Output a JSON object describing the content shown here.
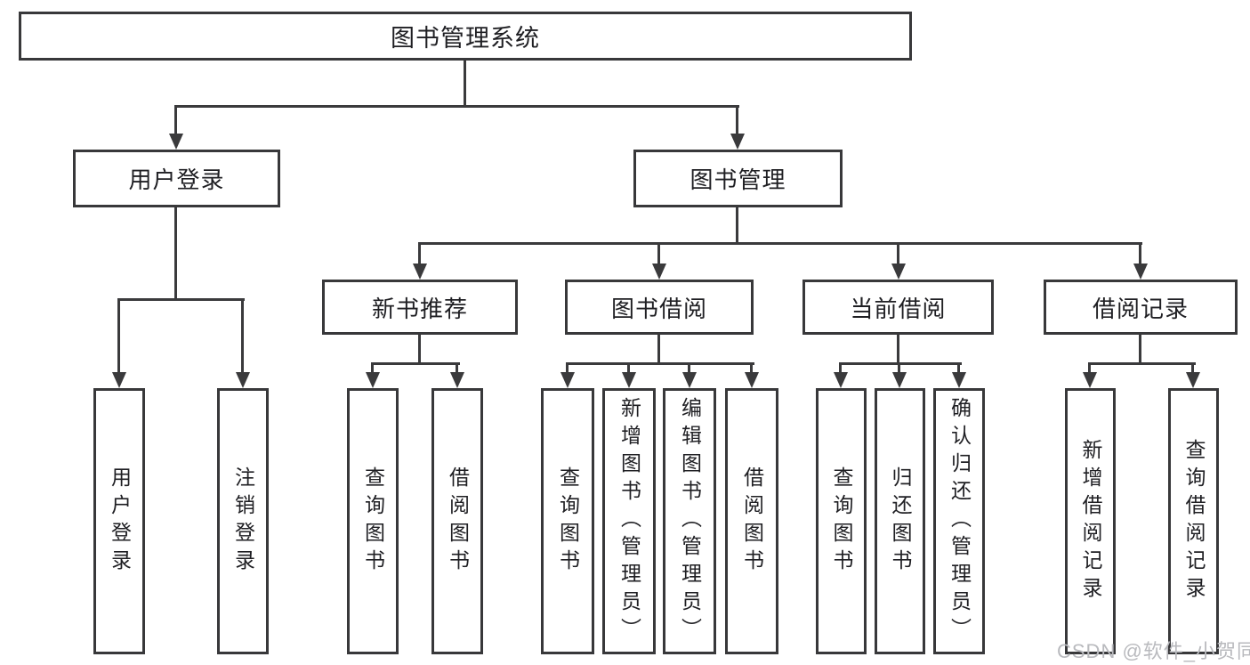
{
  "diagram_title": "图书管理系统",
  "nodes": {
    "root": "图书管理系统",
    "user_login": "用户登录",
    "book_mgmt": "图书管理",
    "new_book_rec": "新书推荐",
    "book_borrow": "图书借阅",
    "current_borrow": "当前借阅",
    "borrow_record": "借阅记录",
    "leaf_user_login": "用户登录",
    "leaf_logout": "注销登录",
    "leaf_rec_query": "查询图书",
    "leaf_rec_borrow": "借阅图书",
    "leaf_bb_query": "查询图书",
    "leaf_bb_add": "新增图书（管理员）",
    "leaf_bb_edit": "编辑图书（管理员）",
    "leaf_bb_borrow": "借阅图书",
    "leaf_cb_query": "查询图书",
    "leaf_cb_return": "归还图书",
    "leaf_cb_confirm": "确认归还（管理员）",
    "leaf_br_add": "新增借阅记录",
    "leaf_br_query": "查询借阅记录"
  },
  "tree": {
    "图书管理系统": {
      "用户登录": [
        "用户登录",
        "注销登录"
      ],
      "图书管理": {
        "新书推荐": [
          "查询图书",
          "借阅图书"
        ],
        "图书借阅": [
          "查询图书",
          "新增图书（管理员）",
          "编辑图书（管理员）",
          "借阅图书"
        ],
        "当前借阅": [
          "查询图书",
          "归还图书",
          "确认归还（管理员）"
        ],
        "借阅记录": [
          "新增借阅记录",
          "查询借阅记录"
        ]
      }
    }
  },
  "watermark": "CSDN @软件_小贺同学",
  "colors": {
    "line": "#3a3a3c",
    "box_border": "#38383a",
    "text": "#1f1f23",
    "watermark": "#b9babe",
    "background": "#ffffff"
  }
}
